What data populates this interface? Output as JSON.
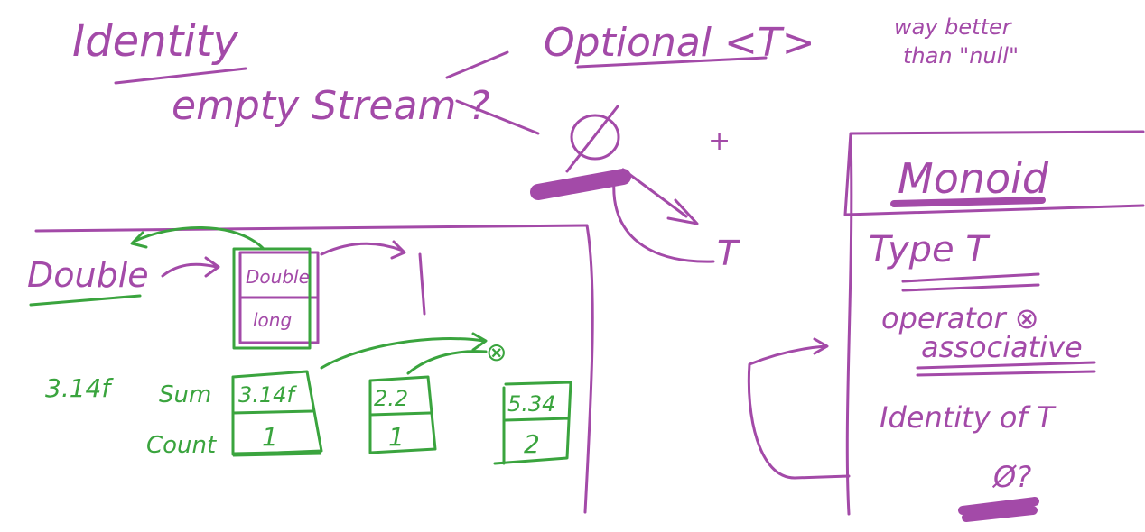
{
  "colors": {
    "purple_ink": "#a34aa8",
    "green_ink": "#3aa43e",
    "background": "#ffffff"
  },
  "top": {
    "identity": "Identity",
    "empty_stream": "empty Stream ?",
    "optional": "Optional <T>",
    "note_line1": "way better",
    "note_line2": "than \"null\"",
    "empty_symbol": "Ø",
    "plus": "+",
    "type_t": "T"
  },
  "left": {
    "double_label": "Double",
    "box_top": "Double",
    "box_bottom": "long",
    "value_3_14": "3.14f",
    "sum_label": "Sum",
    "count_label": "Count",
    "acc1": {
      "sum": "3.14f",
      "count": "1"
    },
    "acc2": {
      "sum": "2.2",
      "count": "1"
    },
    "acc3": {
      "sum": "5.34",
      "count": "2"
    },
    "combine_symbol": "⊗"
  },
  "monoid": {
    "title": "Monoid",
    "type": "Type T",
    "operator": "operator ⊗",
    "associative": "associative",
    "identity": "Identity of T",
    "empty": "Ø?"
  }
}
